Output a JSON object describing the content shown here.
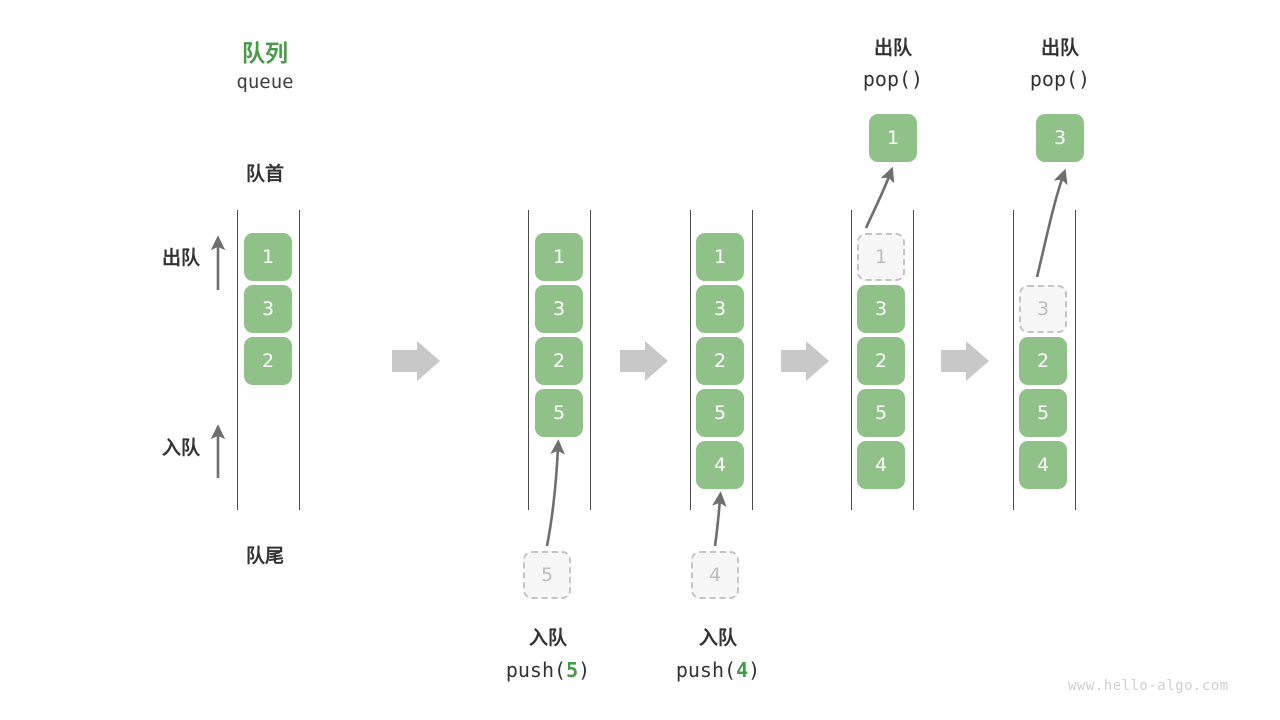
{
  "header": {
    "title_cn": "队列",
    "title_en": "queue",
    "head_label": "队首",
    "tail_label": "队尾"
  },
  "side_labels": {
    "dequeue": "出队",
    "enqueue": "入队"
  },
  "colors": {
    "cell_fill": "#8FC189",
    "cell_text": "#FFFFFF",
    "ghost_fill": "#F7F7F7",
    "ghost_border": "#C4C4C4",
    "ghost_text": "#BDBDBD",
    "accent_green": "#479A47",
    "rail": "#4A4A4A",
    "block_arrow": "#C8C8C8",
    "thin_arrow": "#6E6E6E",
    "text": "#333333",
    "watermark": "#CFCFCF"
  },
  "columns": [
    {
      "id": "state-0",
      "cells": [
        {
          "value": "1",
          "state": "filled"
        },
        {
          "value": "3",
          "state": "filled"
        },
        {
          "value": "2",
          "state": "filled"
        }
      ]
    },
    {
      "id": "state-push-5",
      "cells": [
        {
          "value": "1",
          "state": "filled"
        },
        {
          "value": "3",
          "state": "filled"
        },
        {
          "value": "2",
          "state": "filled"
        },
        {
          "value": "5",
          "state": "filled"
        }
      ],
      "incoming": {
        "value": "5",
        "state": "ghost"
      }
    },
    {
      "id": "state-push-4",
      "cells": [
        {
          "value": "1",
          "state": "filled"
        },
        {
          "value": "3",
          "state": "filled"
        },
        {
          "value": "2",
          "state": "filled"
        },
        {
          "value": "5",
          "state": "filled"
        },
        {
          "value": "4",
          "state": "filled"
        }
      ],
      "incoming": {
        "value": "4",
        "state": "ghost"
      }
    },
    {
      "id": "state-pop-1",
      "cells": [
        {
          "value": "1",
          "state": "ghost"
        },
        {
          "value": "3",
          "state": "filled"
        },
        {
          "value": "2",
          "state": "filled"
        },
        {
          "value": "5",
          "state": "filled"
        },
        {
          "value": "4",
          "state": "filled"
        }
      ],
      "outgoing": {
        "value": "1",
        "state": "filled"
      }
    },
    {
      "id": "state-pop-3",
      "cells": [
        {
          "value": "",
          "state": "empty"
        },
        {
          "value": "3",
          "state": "ghost"
        },
        {
          "value": "2",
          "state": "filled"
        },
        {
          "value": "5",
          "state": "filled"
        },
        {
          "value": "4",
          "state": "filled"
        }
      ],
      "outgoing": {
        "value": "3",
        "state": "filled"
      }
    }
  ],
  "operations": {
    "push_5": {
      "cn": "入队",
      "code_prefix": "push(",
      "code_arg": "5",
      "code_suffix": ")"
    },
    "push_4": {
      "cn": "入队",
      "code_prefix": "push(",
      "code_arg": "4",
      "code_suffix": ")"
    },
    "pop_1": {
      "cn": "出队",
      "code": "pop()"
    },
    "pop_2": {
      "cn": "出队",
      "code": "pop()"
    }
  },
  "footer": {
    "watermark": "www.hello-algo.com"
  }
}
